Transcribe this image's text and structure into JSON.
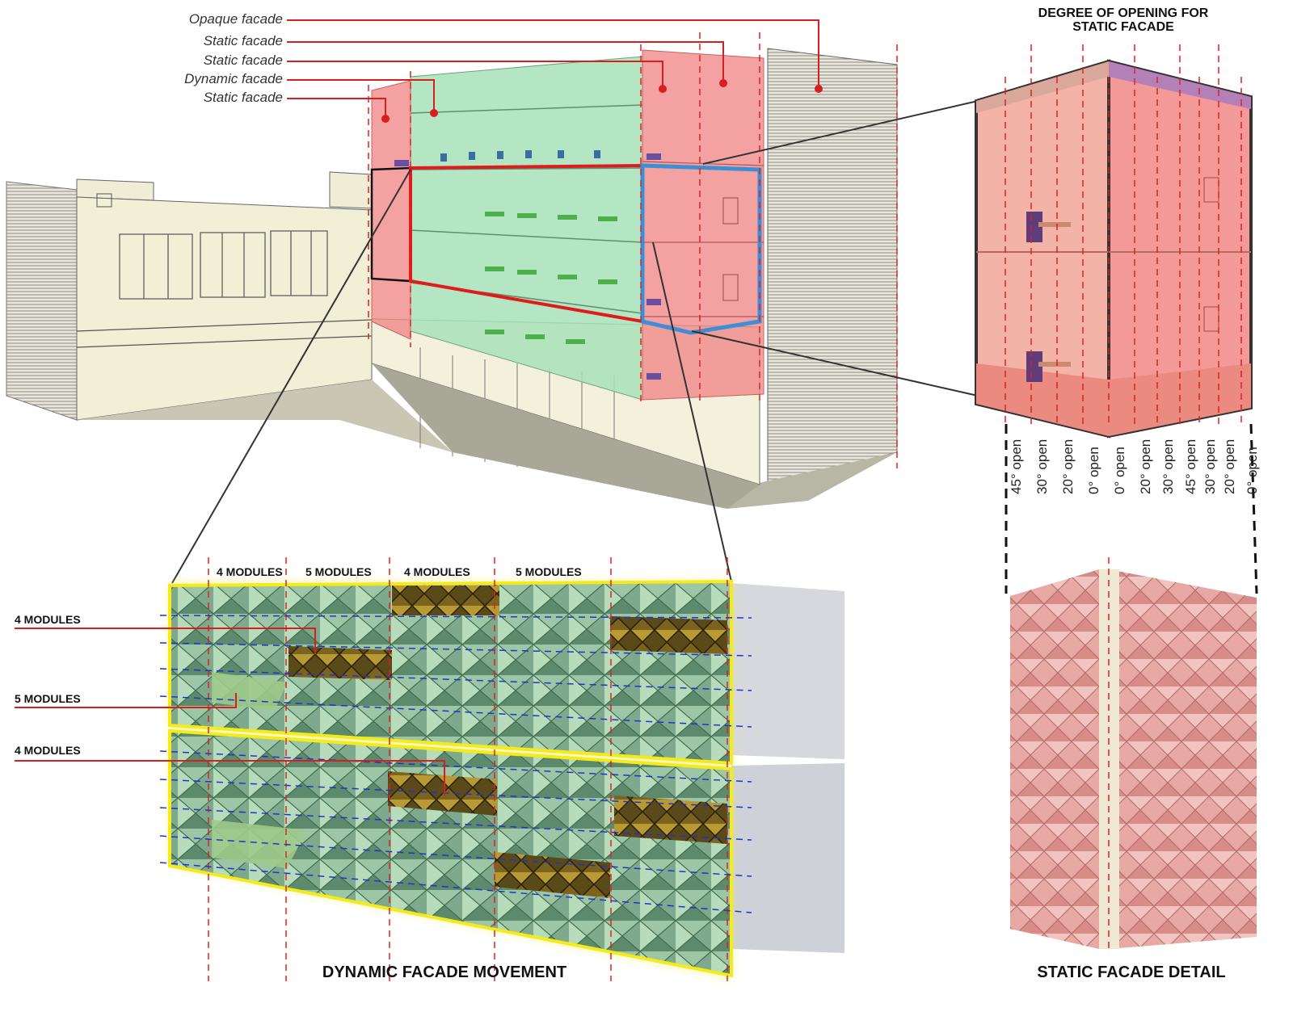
{
  "legend": {
    "opaque": "Opaque facade",
    "static1": "Static facade",
    "static2": "Static facade",
    "dynamic": "Dynamic facade",
    "static3": "Static facade"
  },
  "static_detail": {
    "header_line1": "DEGREE OF OPENING FOR",
    "header_line2": "STATIC FACADE",
    "openings": [
      "45° open",
      "30° open",
      "20° open",
      "0° open",
      "0° open",
      "20° open",
      "30° open",
      "45° open",
      "30° open",
      "20° open",
      "0° open"
    ],
    "title": "STATIC FACADE DETAIL"
  },
  "dynamic_detail": {
    "columns": [
      "4 MODULES",
      "5 MODULES",
      "4 MODULES",
      "5 MODULES"
    ],
    "rows": [
      "4 MODULES",
      "5 MODULES",
      "4 MODULES"
    ],
    "title": "DYNAMIC FACADE MOVEMENT"
  },
  "colors": {
    "static": "#f08a8a",
    "dynamic": "#a8e2b8",
    "highlight_red": "#e01b1b",
    "highlight_blue": "#3c8fd6",
    "panel_frame": "#f5ea1a",
    "guide_red": "#e02020",
    "guide_blue": "#2233cc"
  }
}
